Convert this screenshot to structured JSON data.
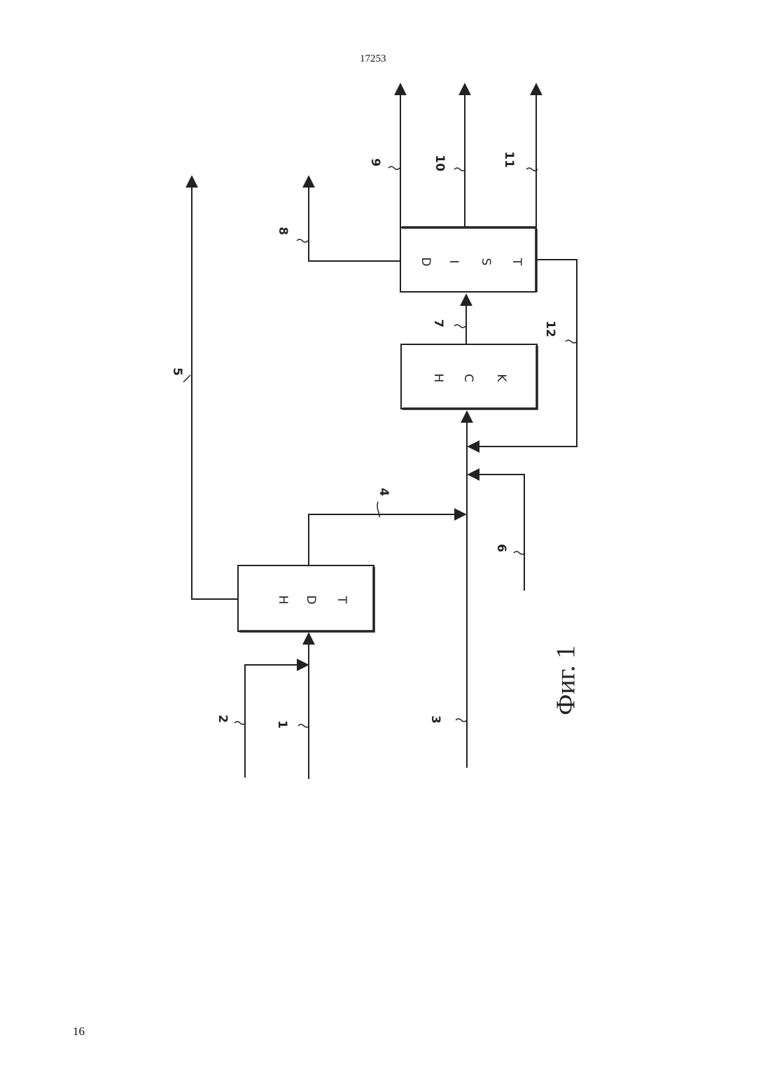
{
  "page_numbers": {
    "top": "17253",
    "bottom": "16"
  },
  "figure": {
    "caption": "Фиг. 1",
    "units": [
      {
        "id": "hdt",
        "letters": [
          "H",
          "D",
          "T"
        ]
      },
      {
        "id": "hck",
        "letters": [
          "H",
          "C",
          "K"
        ]
      },
      {
        "id": "dist",
        "letters": [
          "D",
          "I",
          "S",
          "T"
        ]
      }
    ],
    "streams": [
      "1",
      "2",
      "3",
      "4",
      "5",
      "6",
      "7",
      "8",
      "9",
      "10",
      "11",
      "12"
    ]
  }
}
